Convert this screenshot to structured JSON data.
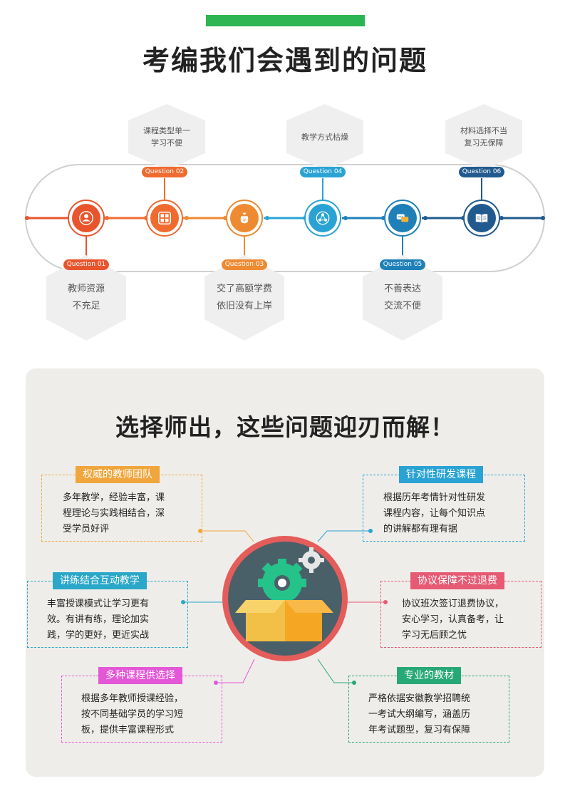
{
  "section1": {
    "title": "考编我们会遇到的问题",
    "questions": [
      {
        "badge": "Question 01",
        "text": "教师资源\n不充足",
        "color": "#e8552d"
      },
      {
        "badge": "Question 02",
        "text": "课程类型单一\n学习不便",
        "color": "#ef6b2f"
      },
      {
        "badge": "Question 03",
        "text": "交了高额学费\n依旧没有上岸",
        "color": "#ee8a31"
      },
      {
        "badge": "Question 04",
        "text": "教学方式枯燥",
        "color": "#2aa3d4"
      },
      {
        "badge": "Question 05",
        "text": "不善表达\n交流不便",
        "color": "#1f80b8"
      },
      {
        "badge": "Question 06",
        "text": "材料选择不当\n复习无保障",
        "color": "#215a8e"
      }
    ],
    "node_icons": [
      "teacher-icon",
      "grid-icon",
      "money-bag-icon",
      "share-network-icon",
      "chat-bubbles-icon",
      "open-book-icon"
    ]
  },
  "section2": {
    "title": "选择师出，这些问题迎刃而解！",
    "cards": [
      {
        "title": "权威的教师团队",
        "body": "多年教学，经验丰富，课\n程理论与实践相结合，深\n受学员好评",
        "color": "#f0a63c"
      },
      {
        "title": "针对性研发课程",
        "body": "根据历年考情针对性研发\n课程内容，让每个知识点\n的讲解都有理有据",
        "color": "#2aa3d4"
      },
      {
        "title": "讲练结合互动教学",
        "body": "丰富授课模式让学习更有\n效。有讲有练，理论加实\n践，学的更好，更近实战",
        "color": "#2aa7c9"
      },
      {
        "title": "协议保障不过退费",
        "body": "协议班次签订退费协议，\n安心学习，认真备考，让\n学习无后顾之忧",
        "color": "#e65a73"
      },
      {
        "title": "多种课程供选择",
        "body": "根据多年教师授课经验，\n按不同基础学员的学习短\n板，提供丰富课程形式",
        "color": "#e457d6"
      },
      {
        "title": "专业的教材",
        "body": "严格依据安徽教学招聘统\n一考试大纲编写，涵盖历\n年考试题型，复习有保障",
        "color": "#27a877"
      }
    ],
    "center_icon": "gear-box-icon"
  }
}
